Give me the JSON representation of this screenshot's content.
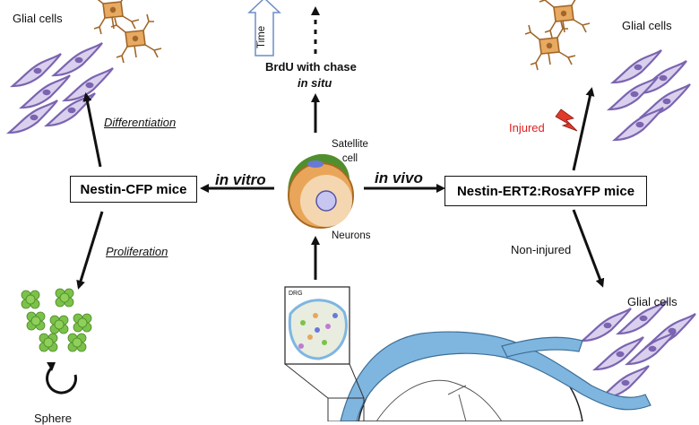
{
  "labels": {
    "glial_cells_tl": "Glial cells",
    "glial_cells_tr": "Glial cells",
    "glial_cells_br": "Glial cells",
    "time": "Time",
    "brdu_line1": "BrdU with chase",
    "brdu_line2": "in situ",
    "differentiation": "Differentiation",
    "proliferation": "Proliferation",
    "nestin_cfp": "Nestin-CFP mice",
    "in_vitro": "in vitro",
    "in_vivo": "in vivo",
    "nestin_ert2": "Nestin-ERT2:RosaYFP mice",
    "satellite_cell": "Satellite\ncell",
    "neurons": "Neurons",
    "injured": "Injured",
    "non_injured": "Non-injured",
    "drg": "DRG",
    "sphere": "Sphere"
  },
  "colors": {
    "glia_purple": "#7b64b0",
    "glia_fill": "#d9d0ee",
    "astro_brown": "#a0672a",
    "astro_fill": "#e8a960",
    "sphere_green": "#7cc24a",
    "satellite_green": "#4f8f2e",
    "neuron_orange": "#e9a65a",
    "nerve_blue": "#7fb6e0",
    "injured_red": "#e02020",
    "lightning_red": "#e03a2a"
  },
  "icons": [
    "astrocyte-icon",
    "glial-cell-icon",
    "sphere-icon",
    "lightning-icon",
    "cycle-arrow-icon"
  ]
}
